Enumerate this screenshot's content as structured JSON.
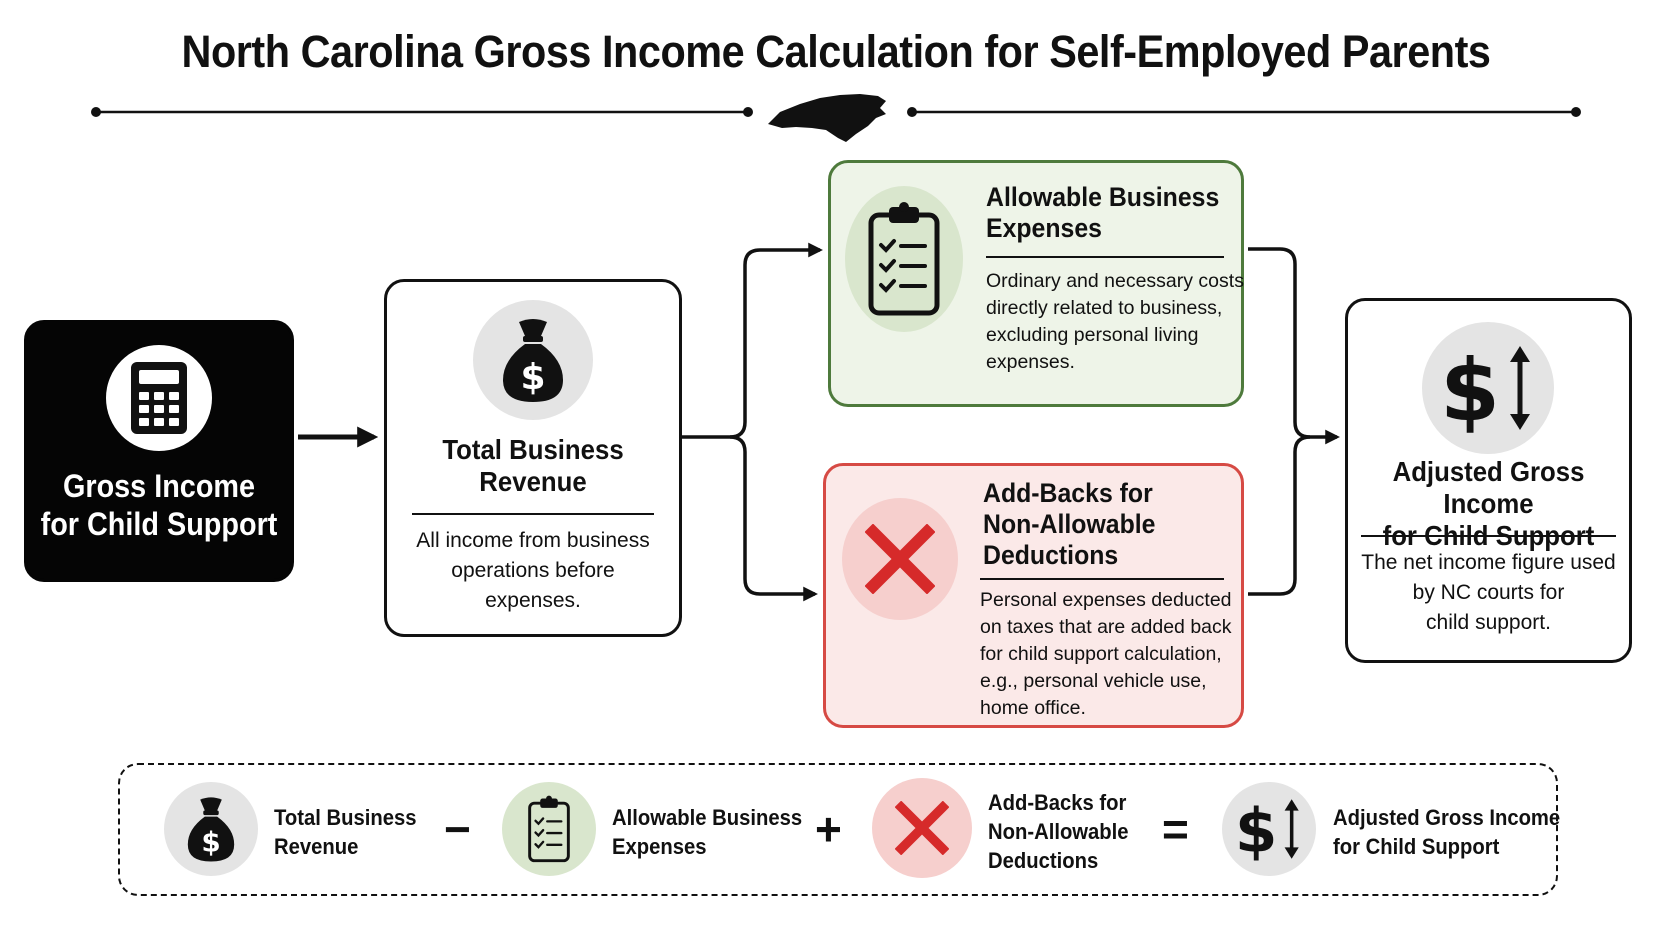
{
  "title": "North Carolina Gross Income Calculation for Self-Employed Parents",
  "colors": {
    "allowable_border": "#4e7a3c",
    "allowable_fill": "#eef4e8",
    "addback_border": "#d64a44",
    "addback_fill": "#fbe9e8",
    "addback_icon": "#d62a2a",
    "icon_circle_gray": "#e4e4e4"
  },
  "nodes": {
    "start": {
      "icon": "calculator-icon",
      "title_line1": "Gross Income",
      "title_line2": "for Child Support"
    },
    "revenue": {
      "icon": "money-bag-icon",
      "title_line1": "Total Business",
      "title_line2": "Revenue",
      "desc_line1": "All income from business",
      "desc_line2": "operations before",
      "desc_line3": "expenses."
    },
    "allowable": {
      "icon": "clipboard-checklist-icon",
      "title_line1": "Allowable Business",
      "title_line2": "Expenses",
      "desc_line1": "Ordinary and necessary costs",
      "desc_line2": "directly related to business,",
      "desc_line3": "excluding personal living",
      "desc_line4": "expenses."
    },
    "addback": {
      "icon": "x-mark-icon",
      "title_line1": "Add-Backs for",
      "title_line2": "Non-Allowable",
      "title_line3": "Deductions",
      "desc_line1": "Personal expenses deducted",
      "desc_line2": "on taxes that are added back",
      "desc_line3": "for child support calculation,",
      "desc_line4": "e.g., personal vehicle use,",
      "desc_line5": "home office."
    },
    "adjusted": {
      "icon": "dollar-up-down-icon",
      "title_line1": "Adjusted Gross Income",
      "title_line2": "for Child Support",
      "desc_line1": "The net income figure used",
      "desc_line2": "by NC courts for",
      "desc_line3": "child support."
    }
  },
  "formula": {
    "term1_line1": "Total Business",
    "term1_line2": "Revenue",
    "op1": "−",
    "term2_line1": "Allowable Business",
    "term2_line2": "Expenses",
    "op2": "+",
    "term3_line1": "Add-Backs for",
    "term3_line2": "Non-Allowable",
    "term3_line3": "Deductions",
    "op3": "=",
    "term4_line1": "Adjusted Gross Income",
    "term4_line2": "for Child Support"
  }
}
